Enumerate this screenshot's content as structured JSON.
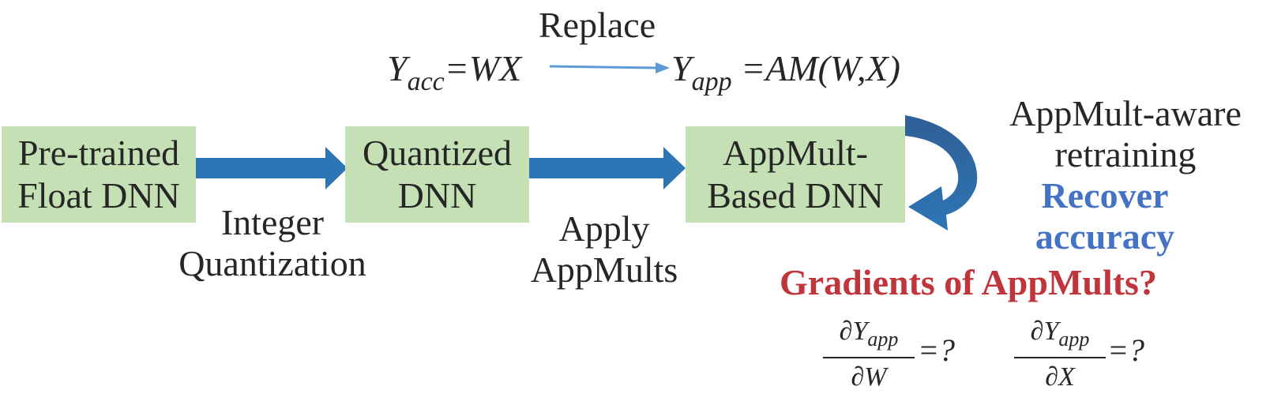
{
  "replace_label": "Replace",
  "equations": {
    "acc": {
      "var": "Y",
      "sub": "acc",
      "rhs": "=WX"
    },
    "app": {
      "var": "Y",
      "sub": "app",
      "rhs": " =AM(W,X)"
    }
  },
  "boxes": [
    {
      "line1": "Pre-trained",
      "line2": "Float DNN"
    },
    {
      "line1": "Quantized",
      "line2": "DNN"
    },
    {
      "line1": "AppMult-",
      "line2": "Based DNN"
    }
  ],
  "arrow_labels": [
    {
      "line1": "Integer",
      "line2": "Quantization"
    },
    {
      "line1": "Apply",
      "line2": "AppMults"
    }
  ],
  "retraining": {
    "line1": "AppMult-aware",
    "line2": "retraining",
    "recover1": "Recover",
    "recover2": "accuracy"
  },
  "question": "Gradients of AppMults?",
  "gradients": [
    {
      "num": "∂Y",
      "num_sub": "app",
      "den": "∂W",
      "rhs": "=?"
    },
    {
      "num": "∂Y",
      "num_sub": "app",
      "den": "∂X",
      "rhs": "=?"
    }
  ],
  "colors": {
    "box_fill": "#c5e0b4",
    "arrow": "#2e75b6",
    "thin_arrow": "#5b9bd5",
    "recover": "#4472c4",
    "question": "#c0343b"
  }
}
